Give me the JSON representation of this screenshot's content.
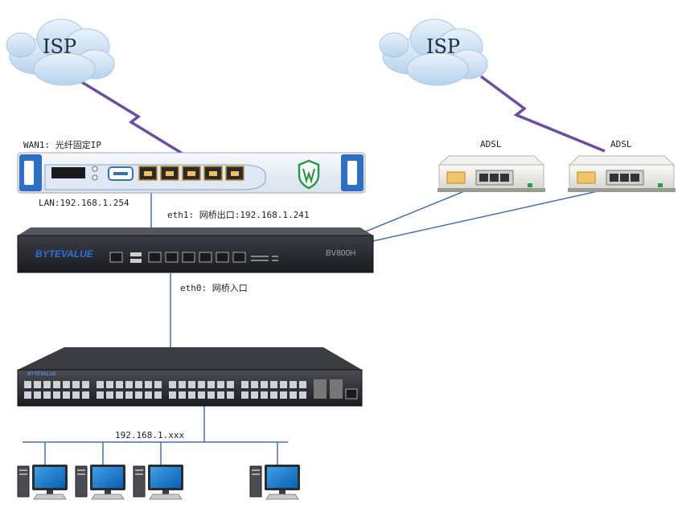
{
  "isp_left": "ISP",
  "isp_right": "ISP",
  "wan1_label": "WAN1: 光纤固定IP",
  "lan_label": "LAN:192.168.1.254",
  "eth1_label": "eth1: 网桥出口:192.168.1.241",
  "eth0_label": "eth0: 网桥入口",
  "subnet_label": "192.168.1.xxx",
  "adsl_left": "ADSL",
  "adsl_right": "ADSL",
  "bridge_brand": "BYTEVALUE",
  "bridge_model": "BV800H",
  "switch_brand": "BYTEVALUE",
  "colors": {
    "wan_link": "#6a4fa0",
    "eth_link": "#4a6fa8",
    "bridge_body": "#2b2d33",
    "router_body": "#eef2f8",
    "router_accent": "#2f6fbf",
    "brand_blue": "#2f6fd0",
    "cloud": "#c9dff2"
  },
  "icons": [
    "cloud-icon",
    "router-icon",
    "shield-logo-icon",
    "adsl-modem-icon",
    "bridge-device-icon",
    "network-switch-icon",
    "pc-icon"
  ]
}
